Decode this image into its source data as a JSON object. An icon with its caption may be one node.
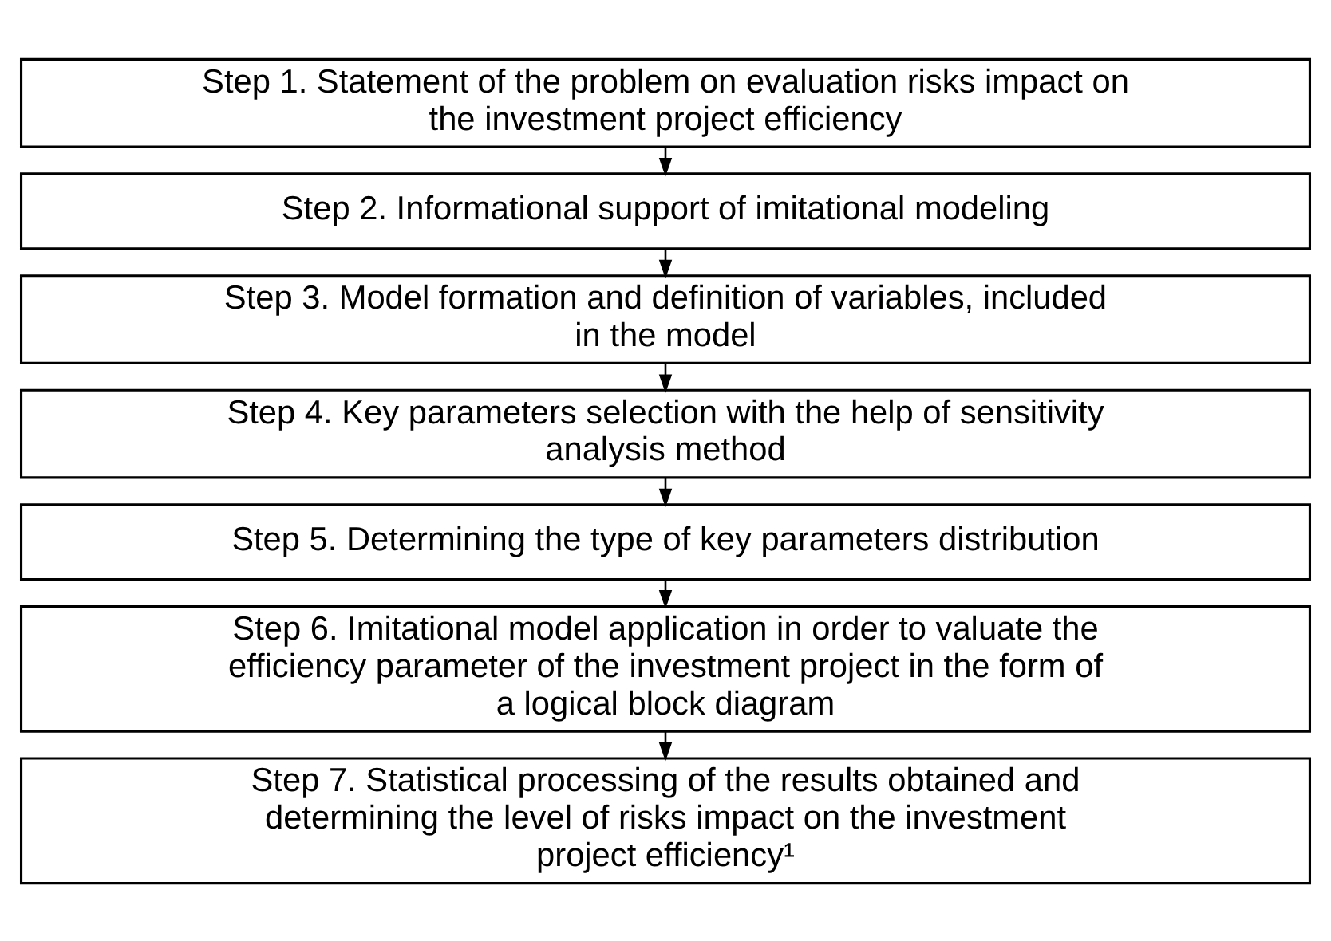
{
  "diagram": {
    "nodes": [
      {
        "text": [
          "Step 1. Statement of the problem on evaluation risks impact on the investment project efficiency"
        ]
      },
      {
        "text": [
          "Step 2. Informational support of imitational modeling"
        ]
      },
      {
        "text": [
          "Step 3. Model formation and definition of variables, included in the model"
        ]
      },
      {
        "text": [
          "Step 4. Key parameters selection with the help of sensitivity analysis method"
        ]
      },
      {
        "text": [
          "Step 5. Determining the type of key parameters distribution"
        ]
      },
      {
        "text": [
          "Step 6. Imitational model application in order to valuate the efficiency parameter of the investment project in the form of a logical block diagram"
        ]
      },
      {
        "text": [
          "Step 7. Statistical processing of the results obtained and determining the level of risks impact on the investment project efficiency¹"
        ]
      }
    ],
    "edges": [
      {
        "from": 0,
        "to": 1,
        "arrow": "to"
      },
      {
        "from": 1,
        "to": 2,
        "arrow": "to"
      },
      {
        "from": 2,
        "to": 3,
        "arrow": "to"
      },
      {
        "from": 3,
        "to": 4,
        "arrow": "to"
      },
      {
        "from": 4,
        "to": 5,
        "arrow": "to"
      },
      {
        "from": 5,
        "to": 6,
        "arrow": "to"
      }
    ]
  }
}
